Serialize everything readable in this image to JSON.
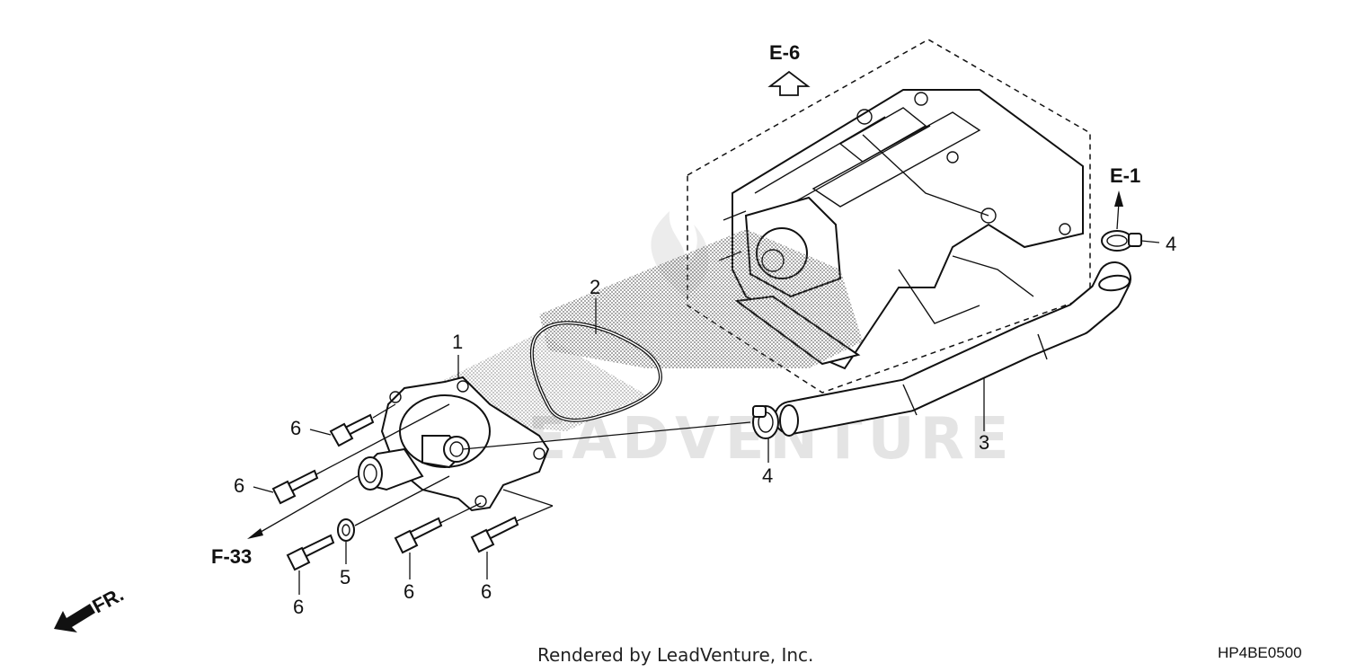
{
  "references": {
    "e6": "E-6",
    "e1": "E-1",
    "f33": "F-33",
    "front": "FR."
  },
  "callouts": {
    "c1": "1",
    "c2": "2",
    "c3": "3",
    "c4_left": "4",
    "c4_right": "4",
    "c5": "5",
    "c6_a": "6",
    "c6_b": "6",
    "c6_c": "6",
    "c6_d": "6",
    "c6_e": "6"
  },
  "watermark": "LEADVENTURE",
  "footer": {
    "rendered_by": "Rendered by LeadVenture, Inc.",
    "diagram_code": "HP4BE0500"
  }
}
